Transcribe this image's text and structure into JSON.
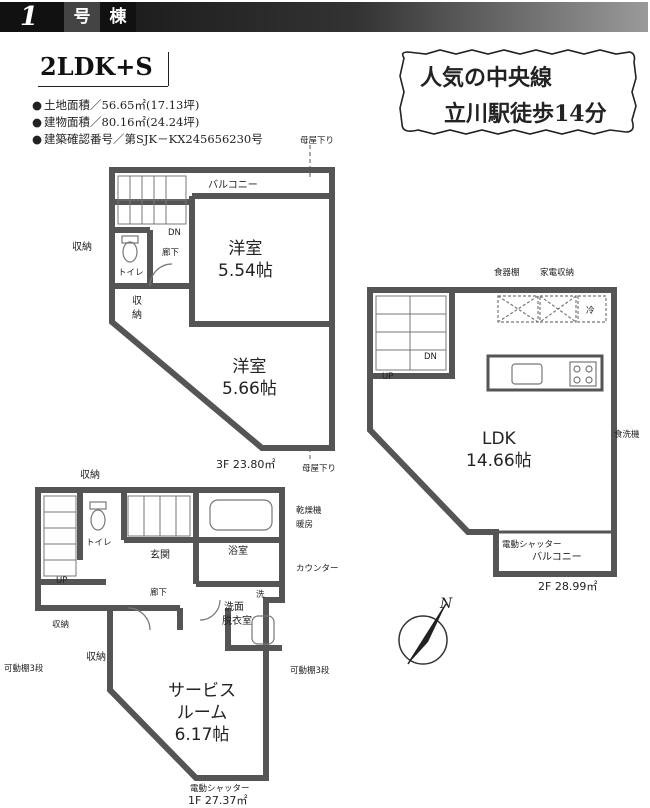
{
  "header": {
    "number": "1",
    "go": "号",
    "to": "棟"
  },
  "plan_type": "2LDK+S",
  "specs": [
    "土地面積／56.65㎡(17.13坪)",
    "建物面積／80.16㎡(24.24坪)",
    "建築確認番号／第SJK－KX245656230号"
  ],
  "catch": {
    "line1": "人気の中央線",
    "line2": "立川駅徒歩14分"
  },
  "floor3": {
    "balcony": "バルコニー",
    "room_a": "洋室",
    "room_a_size": "5.54帖",
    "room_b": "洋室",
    "room_b_size": "5.66帖",
    "toilet": "トイレ",
    "storage": "収納",
    "storage2": "収",
    "storage2b": "納",
    "hall": "廊下",
    "dn": "DN",
    "eaves_top": "母屋下り",
    "eaves_bottom": "母屋下り",
    "area": "3F 23.80㎡"
  },
  "floor2": {
    "ldk": "LDK",
    "ldk_size": "14.66帖",
    "cupboard": "食器棚",
    "appliance": "家電収納",
    "fridge": "冷",
    "dishwasher": "食洗機",
    "up": "UP",
    "dn": "DN",
    "shutter": "電動シャッター",
    "balcony": "バルコニー",
    "area": "2F 28.99㎡"
  },
  "floor1": {
    "storage_top": "収納",
    "toilet": "トイレ",
    "entrance": "玄関",
    "bath": "浴室",
    "dryer": "乾燥機",
    "heater": "暖房",
    "counter": "カウンター",
    "wash": "洗",
    "dressing": "洗面",
    "dressing2": "脱衣室",
    "hall": "廊下",
    "up": "UP",
    "storage_small": "収納",
    "storage_left": "収納",
    "shelf_left": "可動棚3段",
    "shelf_right": "可動棚3段",
    "service": "サービス",
    "service2": "ルーム",
    "service_size": "6.17帖",
    "shutter": "電動シャッター",
    "area": "1F 27.37㎡"
  },
  "compass": "N"
}
